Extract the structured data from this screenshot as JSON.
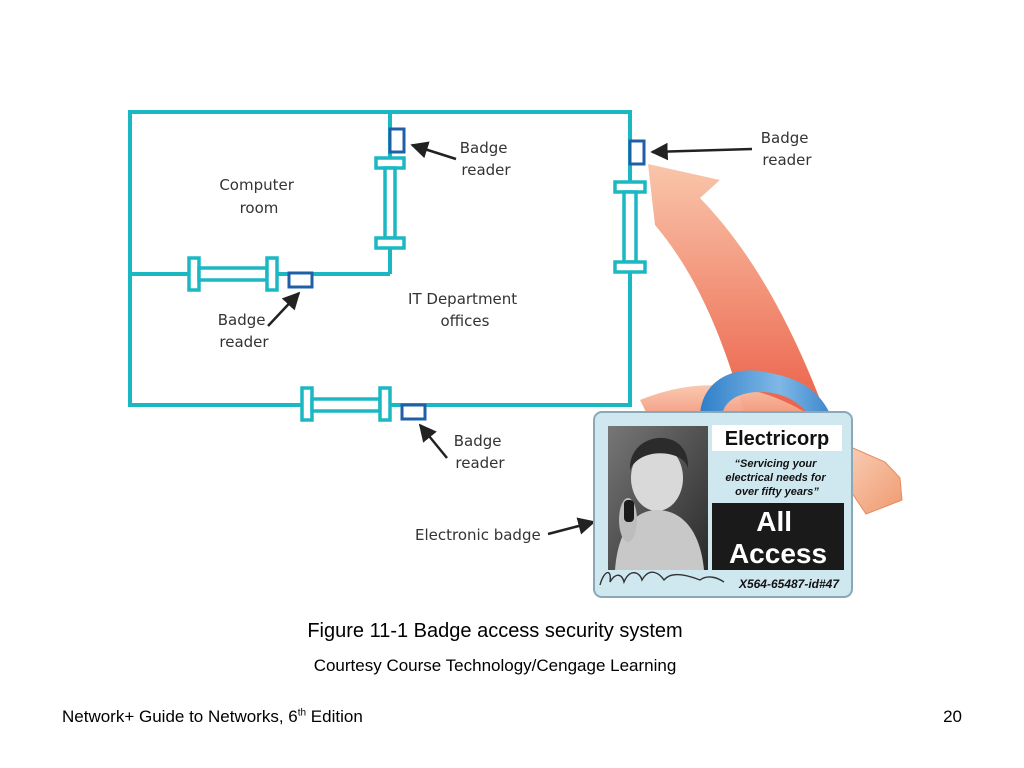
{
  "diagram": {
    "rooms": {
      "computer_room": [
        "Computer",
        "room"
      ],
      "it_offices": [
        "IT Department",
        "offices"
      ]
    },
    "badge_reader_label": [
      "Badge",
      "reader"
    ],
    "electronic_badge_label": "Electronic badge"
  },
  "badge": {
    "company": "Electricorp",
    "slogan": [
      "“Servicing your",
      "electrical needs for",
      "over fifty years”"
    ],
    "access": [
      "All",
      "Access"
    ],
    "id_number": "X564-65487-id#47"
  },
  "caption": {
    "title": "Figure 11-1 Badge access security system",
    "credit": "Courtesy Course Technology/Cengage Learning"
  },
  "footer": {
    "book_title": "Network+ Guide to Networks, 6",
    "edition_suffix": "th",
    "edition_word": " Edition",
    "page_number": "20"
  },
  "colors": {
    "wall": "#1bb8c4",
    "reader": "#1f5fa8",
    "arrow_gradient": [
      "#f8c0a4",
      "#ea4b33"
    ],
    "badge_background": "#cfe8f0"
  }
}
